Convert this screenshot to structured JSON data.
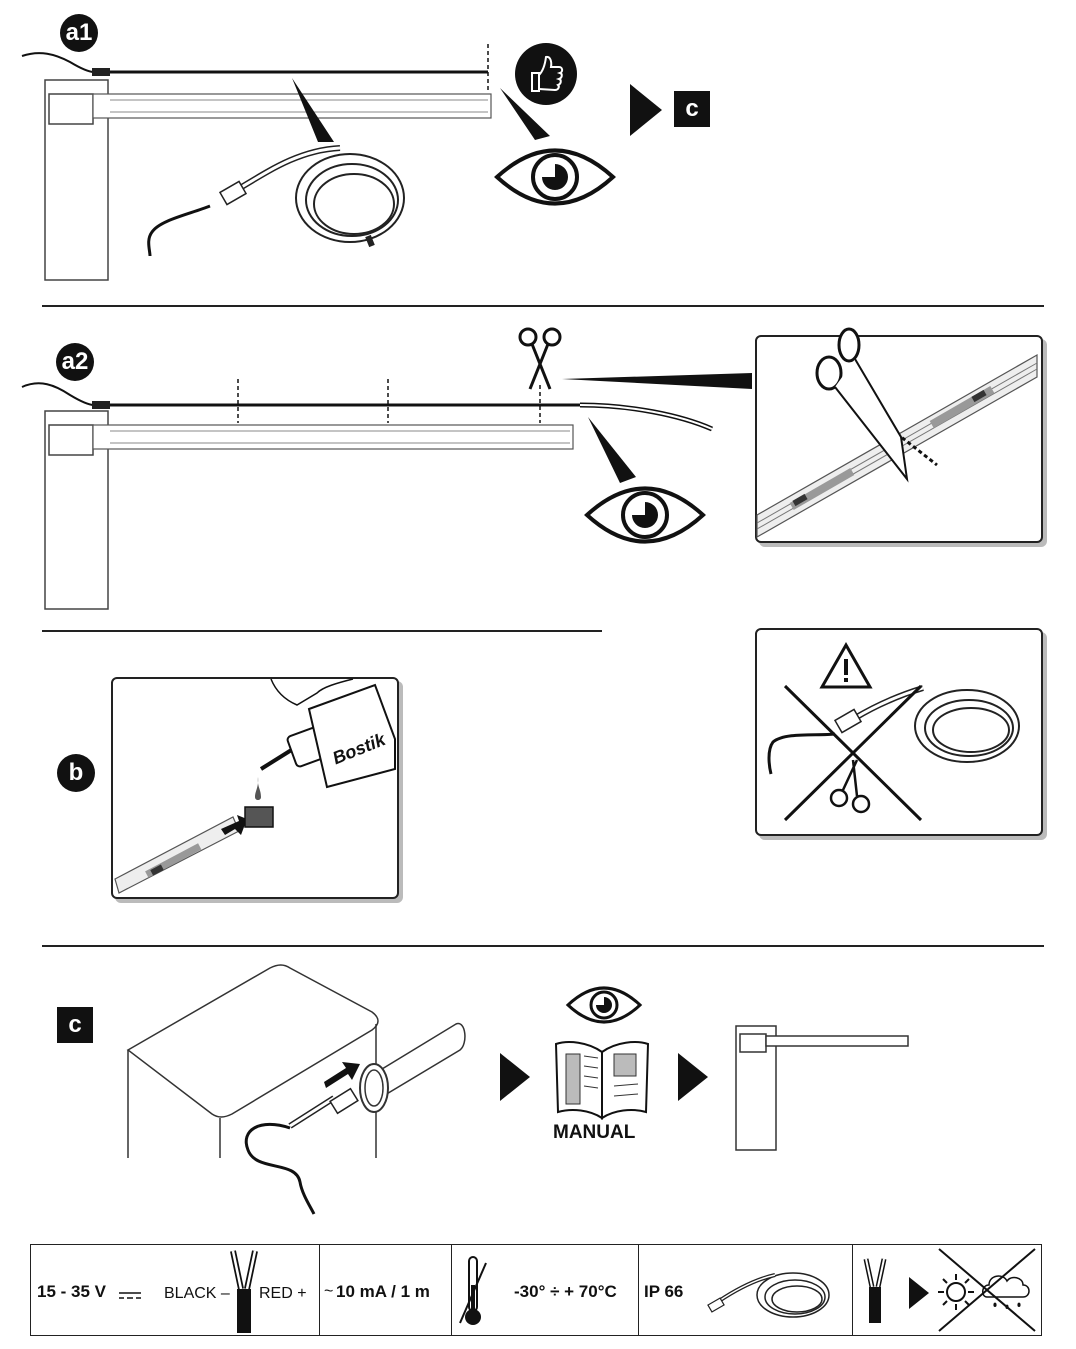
{
  "steps": {
    "a1": "a1",
    "a2": "a2",
    "b": "b",
    "c": "c",
    "c_ref": "c"
  },
  "brand_label": "Bostik",
  "manual_label": "MANUAL",
  "specs": {
    "voltage": "15 - 35 V",
    "black_label": "BLACK –",
    "red_label": "RED +",
    "current": "10 mA / 1 m",
    "current_prefix": "~",
    "temperature": "-30° ÷ + 70°C",
    "ip_rating": "IP 66"
  },
  "icons": {
    "thumbs_up": "thumbs-up-icon",
    "eye": "eye-icon",
    "scissors": "scissors-icon",
    "warning": "warning-icon",
    "thermometer": "thermometer-icon",
    "sun": "sun-icon",
    "rain_cloud": "rain-cloud-icon",
    "arrow": "play-arrow-icon"
  }
}
